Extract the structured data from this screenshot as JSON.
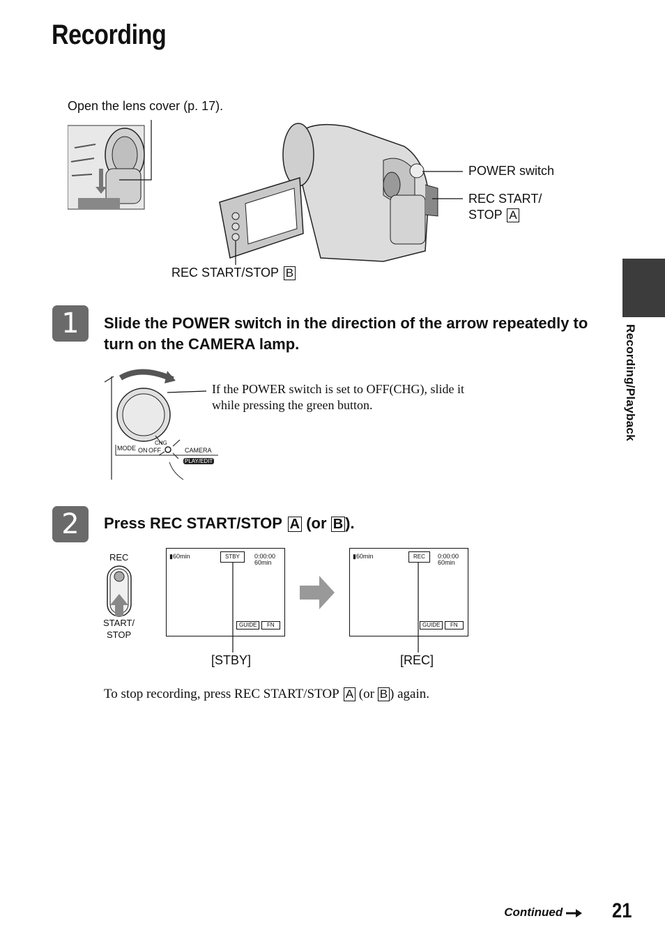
{
  "page_title": "Recording",
  "lens_note": "Open the lens cover (p. 17).",
  "callouts": {
    "power_switch": "POWER switch",
    "rec_start_stop_a_line1": "REC START/",
    "rec_start_stop_a_line2": "STOP",
    "rec_start_stop_b": "REC START/STOP",
    "letter_a": "A",
    "letter_b": "B"
  },
  "steps": [
    {
      "number": "1",
      "text": "Slide the POWER switch in the direction of the arrow repeatedly to turn on the CAMERA lamp."
    },
    {
      "number": "2",
      "text_prefix": "Press REC START/STOP",
      "text_mid": "(or",
      "text_suffix": ")."
    }
  ],
  "power_note_line1": "If the POWER switch is set to OFF(CHG), slide it",
  "power_note_line2": "while pressing the green button.",
  "dial_labels": {
    "mode": "MODE",
    "on": "ON",
    "off": "OFF",
    "chg": "CHG",
    "camera": "CAMERA",
    "play_edit": "PLAY/EDIT"
  },
  "rec_button": {
    "top": "REC",
    "bottom_line1": "START/",
    "bottom_line2": "STOP"
  },
  "screens": [
    {
      "battery": "60min",
      "status": "STBY",
      "time": "0:00:00",
      "remaining": "60min",
      "guide": "GUIDE",
      "fn": "FN",
      "caption": "[STBY]"
    },
    {
      "battery": "60min",
      "status": "REC",
      "time": "0:00:00",
      "remaining": "60min",
      "guide": "GUIDE",
      "fn": "FN",
      "caption": "[REC]"
    }
  ],
  "stop_note_prefix": "To stop recording, press REC START/STOP",
  "stop_note_mid": "(or",
  "stop_note_suffix": ") again.",
  "side_tab_label": "Recording/Playback",
  "footer_continued": "Continued",
  "page_number": "21"
}
